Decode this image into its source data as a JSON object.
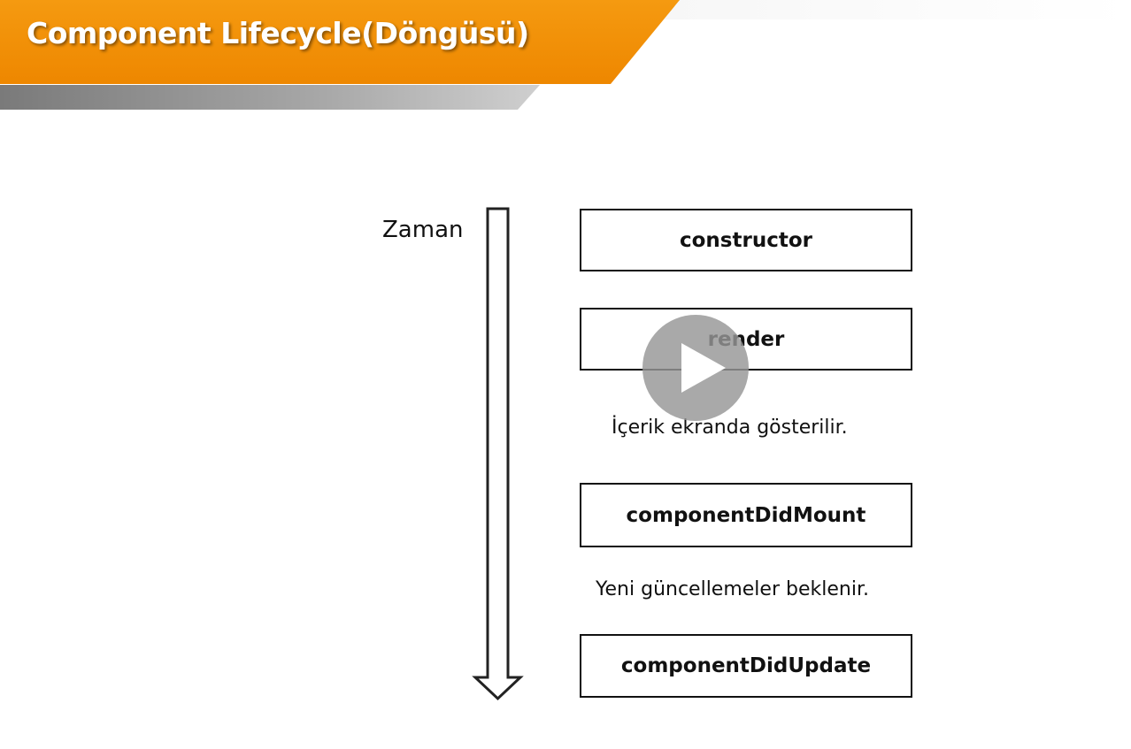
{
  "slide": {
    "title": "Component Lifecycle(Döngüsü)"
  },
  "timeline": {
    "label": "Zaman"
  },
  "steps": [
    {
      "label": "constructor"
    },
    {
      "label": "render"
    },
    {
      "label": "componentDidMount"
    },
    {
      "label": "componentDidUpdate"
    }
  ],
  "notes": [
    {
      "text": "İçerik ekranda gösterilir."
    },
    {
      "text": "Yeni güncellemeler beklenir."
    }
  ],
  "player": {
    "icon": "play-icon"
  },
  "colors": {
    "banner_orange": "#f28c00",
    "banner_gray": "#9a9a9a",
    "play_overlay": "#969696"
  }
}
